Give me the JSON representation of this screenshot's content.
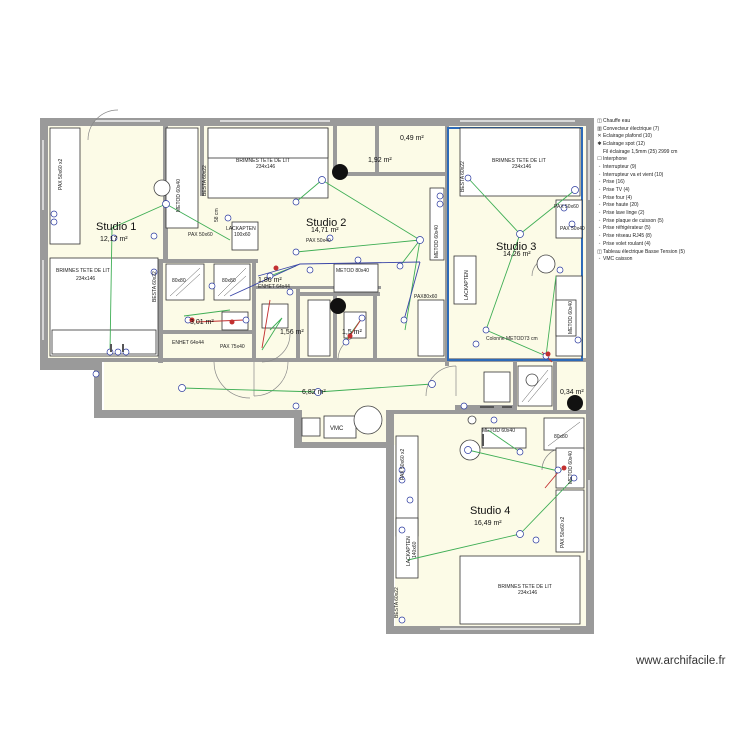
{
  "rooms": {
    "studio1": {
      "name": "Studio 1",
      "area": "12,17 m²"
    },
    "studio2": {
      "name": "Studio 2",
      "area": "14,71 m²"
    },
    "studio3": {
      "name": "Studio 3",
      "area": "14,26 m²"
    },
    "studio4": {
      "name": "Studio 4",
      "area": "16,49 m²"
    },
    "hall": {
      "area": "6,82 m²"
    },
    "storage_top": {
      "area": "1,92 m²"
    },
    "niche_top": {
      "area": "0,49 m²"
    },
    "bath1": {
      "area": "3,01 m²"
    },
    "bath2": {
      "area": "1,86 m²"
    },
    "wc": {
      "area": "1,56 m²"
    },
    "small": {
      "area": "1,5 m²"
    },
    "closet": {
      "area": "0,34 m²"
    }
  },
  "furniture": {
    "bed_title": "BRIMNES TETE DE LIT",
    "bed_size": "234x146",
    "pax_50x60": "PAX 50x60",
    "pax_50x40": "PAX 50x40",
    "pax_75x40": "PAX 75x40",
    "pax_80x60": "PAX80x60",
    "pax_50x60_x2": "PAX 50x60 x2",
    "laxapten": "LACKAPTEN",
    "laxapten_size": "100x60",
    "laxapten_size2": "140x60",
    "metod": "METOD 80x40",
    "metod_60x40": "METOD 60x40",
    "enhet": "ENHET 64x44",
    "besta": "BESTA 60x22",
    "vmc": "VMC",
    "shower": "80x80",
    "colonne": "Colonne METOD",
    "dim_58": "58 cm",
    "dim_73": "73 cm"
  },
  "legend": [
    {
      "icon": "water-heater-icon",
      "sym": "◫",
      "label": "Chauffe eau"
    },
    {
      "icon": "convector-icon",
      "sym": "▥",
      "label": "Convecteur électrique (7)"
    },
    {
      "icon": "ceiling-light-icon",
      "sym": "✕",
      "label": "Eclairage plafond (10)"
    },
    {
      "icon": "spot-light-icon",
      "sym": "✱",
      "label": "Eclairage spot (12)"
    },
    {
      "icon": "cable-icon",
      "sym": "",
      "label": "Fil éclairage 1,5mm (25) 2999 cm"
    },
    {
      "icon": "intercom-icon",
      "sym": "☐",
      "label": "Interphone"
    },
    {
      "icon": "switch-icon",
      "sym": "◦",
      "label": "Interrupteur (9)"
    },
    {
      "icon": "two-way-switch-icon",
      "sym": "◦",
      "label": "Interrupteur va et vient (10)"
    },
    {
      "icon": "socket-icon",
      "sym": "◦",
      "label": "Prise (16)"
    },
    {
      "icon": "tv-socket-icon",
      "sym": "◦",
      "label": "Prise TV (4)"
    },
    {
      "icon": "oven-socket-icon",
      "sym": "◦",
      "label": "Prise four (4)"
    },
    {
      "icon": "high-socket-icon",
      "sym": "◦",
      "label": "Prise haute (20)"
    },
    {
      "icon": "washer-socket-icon",
      "sym": "◦",
      "label": "Prise lave linge (2)"
    },
    {
      "icon": "hob-socket-icon",
      "sym": "◦",
      "label": "Prise plaque de cuisson (5)"
    },
    {
      "icon": "fridge-socket-icon",
      "sym": "◦",
      "label": "Prise réfrigérateur (5)"
    },
    {
      "icon": "rj45-socket-icon",
      "sym": "◦",
      "label": "Prise réseau RJ45 (8)"
    },
    {
      "icon": "shutter-socket-icon",
      "sym": "◦",
      "label": "Prise volet roulant (4)"
    },
    {
      "icon": "electric-panel-icon",
      "sym": "◫",
      "label": "Tableau électrique Basse Tension (5)"
    },
    {
      "icon": "vmc-icon",
      "sym": "◦",
      "label": "VMC caisson"
    }
  ],
  "watermark": "www.archifacile.fr",
  "colors": {
    "wall": "#9a9a9a",
    "floor": "#fcfbe7",
    "cable": "#3fae55",
    "cable_blue": "#3b46a8",
    "selection": "#2d6ab8",
    "socket": "#2b3aa0"
  }
}
